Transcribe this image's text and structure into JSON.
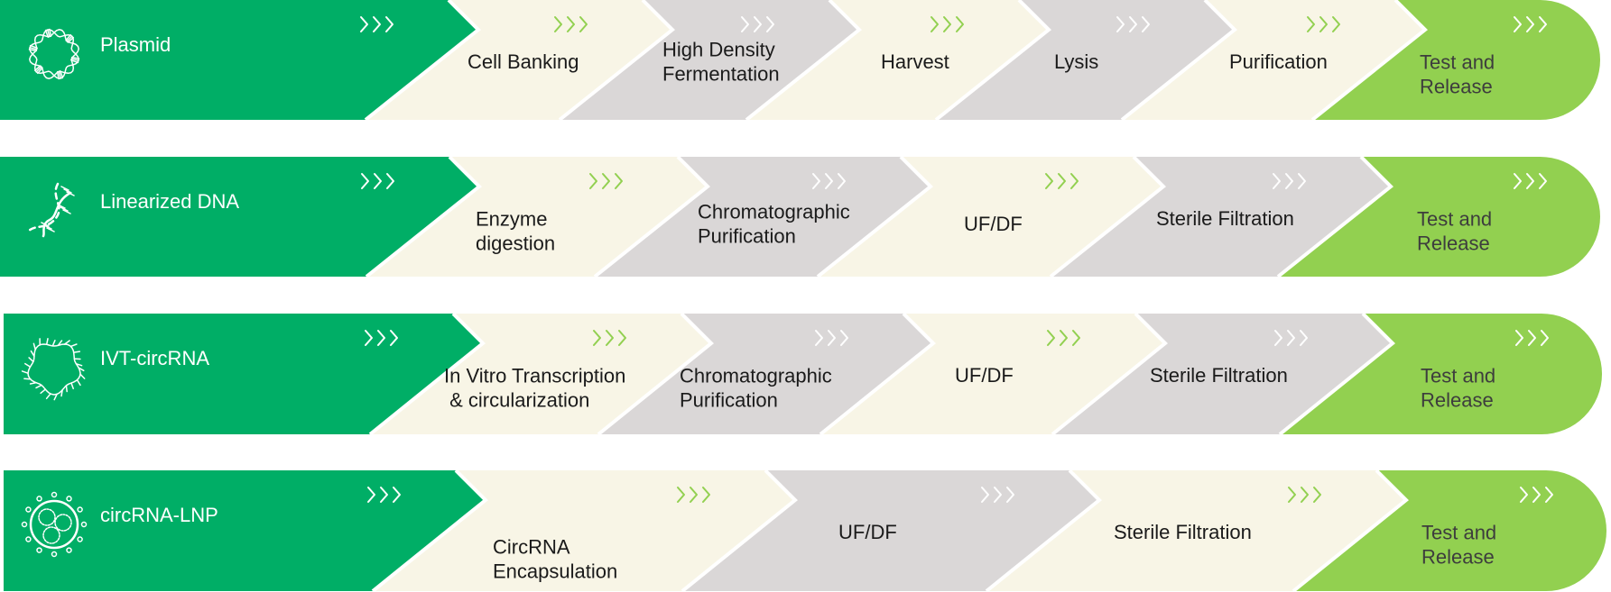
{
  "colors": {
    "product": "#00AE66",
    "step_light": "#F8F5E6",
    "step_gray": "#DAD7D7",
    "final": "#92D050",
    "chevron_on_light": "#92D050",
    "chevron_on_dark": "#FFFFFF",
    "divider": "#FFFFFF"
  },
  "rows": [
    {
      "product": "Plasmid",
      "icon": "plasmid-icon",
      "steps": [
        {
          "label": [
            "Cell Banking"
          ],
          "tone": "light"
        },
        {
          "label": [
            "High Density",
            "Fermentation"
          ],
          "tone": "gray"
        },
        {
          "label": [
            "Harvest"
          ],
          "tone": "light"
        },
        {
          "label": [
            "Lysis"
          ],
          "tone": "gray"
        },
        {
          "label": [
            "Purification"
          ],
          "tone": "light"
        }
      ],
      "final": [
        "Test and",
        "Release"
      ]
    },
    {
      "product": "Linearized DNA",
      "icon": "dna-helix-icon",
      "steps": [
        {
          "label": [
            "Enzyme",
            "digestion"
          ],
          "tone": "light"
        },
        {
          "label": [
            "Chromatographic",
            "Purification"
          ],
          "tone": "gray"
        },
        {
          "label": [
            "UF/DF"
          ],
          "tone": "light"
        },
        {
          "label": [
            "Sterile Filtration"
          ],
          "tone": "gray"
        }
      ],
      "final": [
        "Test and",
        "Release"
      ]
    },
    {
      "product": "IVT-circRNA",
      "icon": "circular-rna-icon",
      "steps": [
        {
          "label": [
            "In Vitro Transcription",
            " & circularization"
          ],
          "tone": "light"
        },
        {
          "label": [
            "Chromatographic",
            "Purification"
          ],
          "tone": "gray"
        },
        {
          "label": [
            "UF/DF"
          ],
          "tone": "light"
        },
        {
          "label": [
            "Sterile Filtration"
          ],
          "tone": "gray"
        }
      ],
      "final": [
        "Test and",
        "Release"
      ]
    },
    {
      "product": "circRNA-LNP",
      "icon": "lipid-nanoparticle-icon",
      "steps": [
        {
          "label": [
            "CircRNA",
            "Encapsulation"
          ],
          "tone": "light"
        },
        {
          "label": [
            "UF/DF"
          ],
          "tone": "gray"
        },
        {
          "label": [
            "Sterile Filtration"
          ],
          "tone": "light"
        }
      ],
      "final": [
        "Test and",
        "Release"
      ]
    }
  ]
}
